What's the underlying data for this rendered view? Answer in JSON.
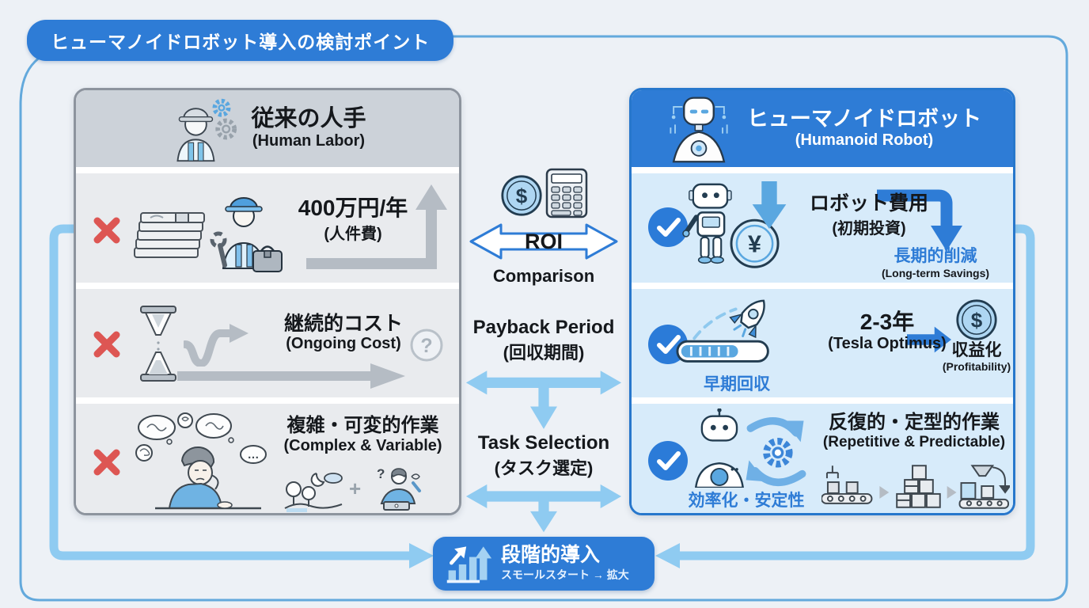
{
  "title": "ヒューマノイドロボット導入の検討ポイント",
  "left_panel": {
    "title": "従来の人手",
    "subtitle": "(Human Labor)",
    "rows": [
      {
        "main": "400万円/年",
        "sub": "(人件費)"
      },
      {
        "main": "継続的コスト",
        "sub": "(Ongoing Cost)"
      },
      {
        "main": "複雑・可変的作業",
        "sub": "(Complex & Variable)"
      }
    ]
  },
  "right_panel": {
    "title": "ヒューマノイドロボット",
    "subtitle": "(Humanoid Robot)",
    "rows": [
      {
        "main": "ロボット費用",
        "sub": "(初期投資)",
        "note": "長期的削減",
        "note_sub": "(Long-term Savings)"
      },
      {
        "main": "2-3年",
        "sub": "(Tesla Optimus)",
        "label": "早期回収",
        "note": "収益化",
        "note_sub": "(Profitability)"
      },
      {
        "main": "反復的・定型的作業",
        "sub": "(Repetitive & Predictable)",
        "label": "効率化・安定性"
      }
    ]
  },
  "center": {
    "roi_title": "ROI",
    "roi_sub": "Comparison",
    "payback_title": "Payback Period",
    "payback_sub": "(回収期間)",
    "task_title": "Task Selection",
    "task_sub": "(タスク選定)"
  },
  "bottom_badge": {
    "title": "段階的導入",
    "subtitle": "スモールスタート → 拡大"
  },
  "glyphs": {
    "yen": "¥",
    "dollar": "$",
    "question": "?",
    "plus": "+",
    "ellipsis": "…"
  },
  "colors": {
    "primary_blue": "#2e7cd6",
    "row_blue": "#d7ebfa",
    "connector_blue": "#8fcbf1",
    "panel_gray": "#e9ebee",
    "header_gray": "#ccd2d9",
    "border_gray": "#8d949e",
    "red_x": "#dd5653",
    "arrow_gray": "#b5bcc4",
    "accent_text_blue": "#2e7cd6"
  }
}
